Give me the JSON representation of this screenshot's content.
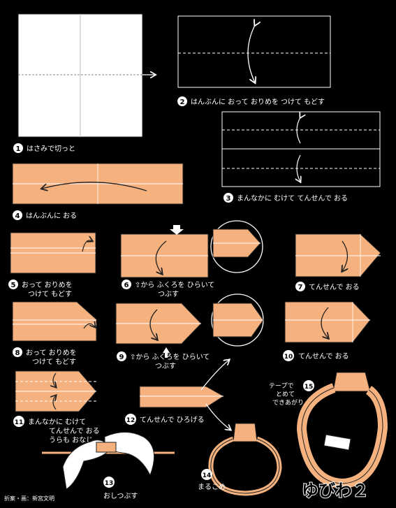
{
  "title": "ゆびわ２",
  "credit": "折案・画：新宮文明",
  "colors": {
    "background": "#000000",
    "paper_front": "#ffffff",
    "paper_back": "#f5b27f",
    "edge": "#222222",
    "crease": "#ffffff"
  },
  "steps": [
    {
      "num": "1",
      "text": "はさみで切っと"
    },
    {
      "num": "2",
      "text": "はんぶんに おって おりめを つけて もどす"
    },
    {
      "num": "3",
      "text": "まんなかに むけて てんせんで おる"
    },
    {
      "num": "4",
      "text": "はんぶんに おる"
    },
    {
      "num": "5",
      "text": "おって おりめを",
      "text2": "つけて もどす"
    },
    {
      "num": "6",
      "text": "⇧から ふくろを ひらいて",
      "text2": "つぶす"
    },
    {
      "num": "7",
      "text": "てんせんで おる"
    },
    {
      "num": "8",
      "text": "おって おりめを",
      "text2": "つけて もどす"
    },
    {
      "num": "9",
      "text": "⇧から ふくろを ひらいて",
      "text2": "つぶす"
    },
    {
      "num": "10",
      "text": "てんせんで おる"
    },
    {
      "num": "11",
      "text": "まんなかに むけて",
      "text2": "てんせんで おる",
      "text3": "うらも おなじ"
    },
    {
      "num": "12",
      "text": "てんせんで ひろげる"
    },
    {
      "num": "13",
      "text": "おしつぶす"
    },
    {
      "num": "14",
      "text": "まるこめ"
    },
    {
      "num": "15",
      "text": ""
    }
  ],
  "tape_note": {
    "line1": "テープで",
    "line2": "とめて",
    "line3": "できあがり"
  }
}
